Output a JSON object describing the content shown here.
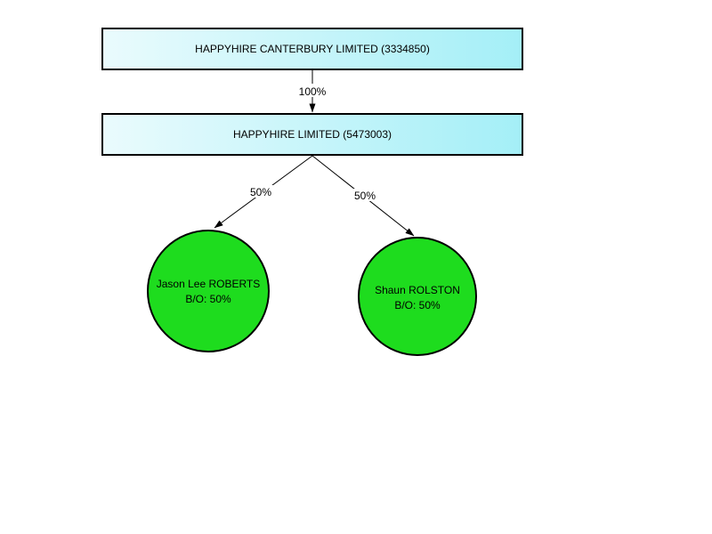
{
  "diagram": {
    "type": "ownership-chart",
    "nodes": {
      "companies": [
        {
          "label": "HAPPYHIRE CANTERBURY LIMITED (3334850)",
          "shape": "rectangle"
        },
        {
          "label": "HAPPYHIRE LIMITED (5473003)",
          "shape": "rectangle"
        }
      ],
      "persons": [
        {
          "name": "Jason Lee ROBERTS",
          "detail": "B/O: 50%",
          "shape": "circle"
        },
        {
          "name": "Shaun ROLSTON",
          "detail": "B/O: 50%",
          "shape": "circle"
        }
      ]
    },
    "edges": [
      {
        "from": "HAPPYHIRE CANTERBURY LIMITED (3334850)",
        "to": "HAPPYHIRE LIMITED (5473003)",
        "label": "100%"
      },
      {
        "from": "HAPPYHIRE LIMITED (5473003)",
        "to": "Jason Lee ROBERTS",
        "label": "50%"
      },
      {
        "from": "HAPPYHIRE LIMITED (5473003)",
        "to": "Shaun ROLSTON",
        "label": "50%"
      }
    ],
    "colors": {
      "company_fill_start": "#EAFBFD",
      "company_fill_end": "#A4EFF7",
      "person_fill": "#1EDC1E",
      "border": "#000000",
      "text": "#000000",
      "background": "#FFFFFF"
    }
  }
}
